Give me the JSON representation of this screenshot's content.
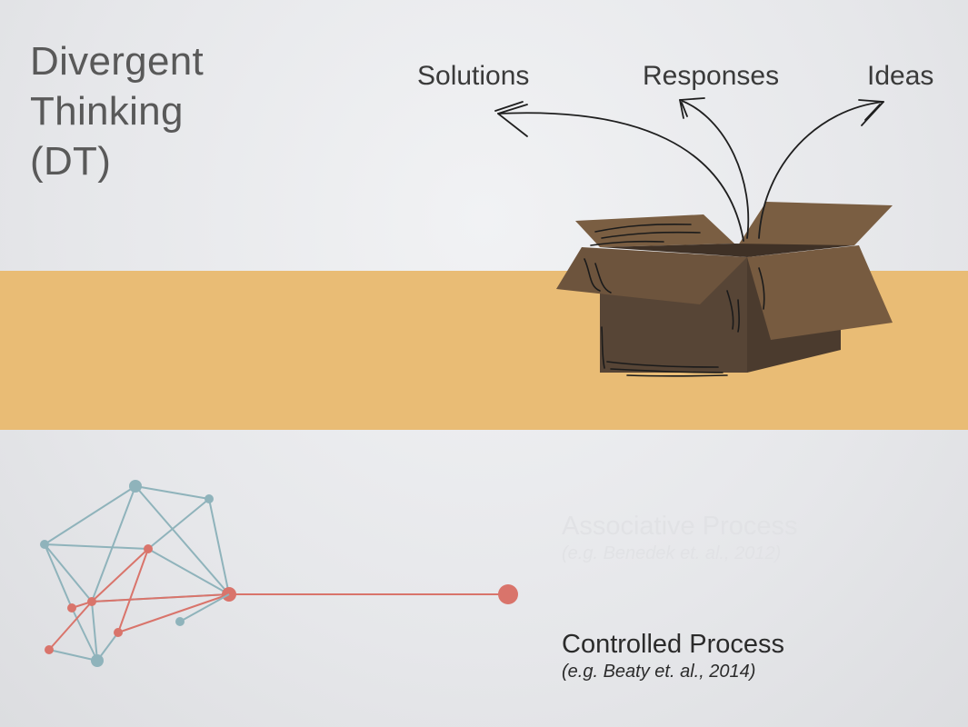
{
  "slide": {
    "title": "Divergent\nThinking\n(DT)",
    "outputs": [
      {
        "label": "Solutions"
      },
      {
        "label": "Responses"
      },
      {
        "label": "Ideas"
      }
    ],
    "processes": [
      {
        "name": "Associative Process",
        "citation": "(e.g. Benedek et. al., 2012)",
        "state": "faded"
      },
      {
        "name": "Controlled Process",
        "citation": "(e.g. Beaty et. al., 2014)",
        "state": "highlighted"
      }
    ]
  },
  "colors": {
    "band": "#e9bc75",
    "network_node": "#8fb3bb",
    "network_highlight": "#d9746b",
    "box_front": "#5b4a39",
    "box_flap": "#7a5e42"
  }
}
